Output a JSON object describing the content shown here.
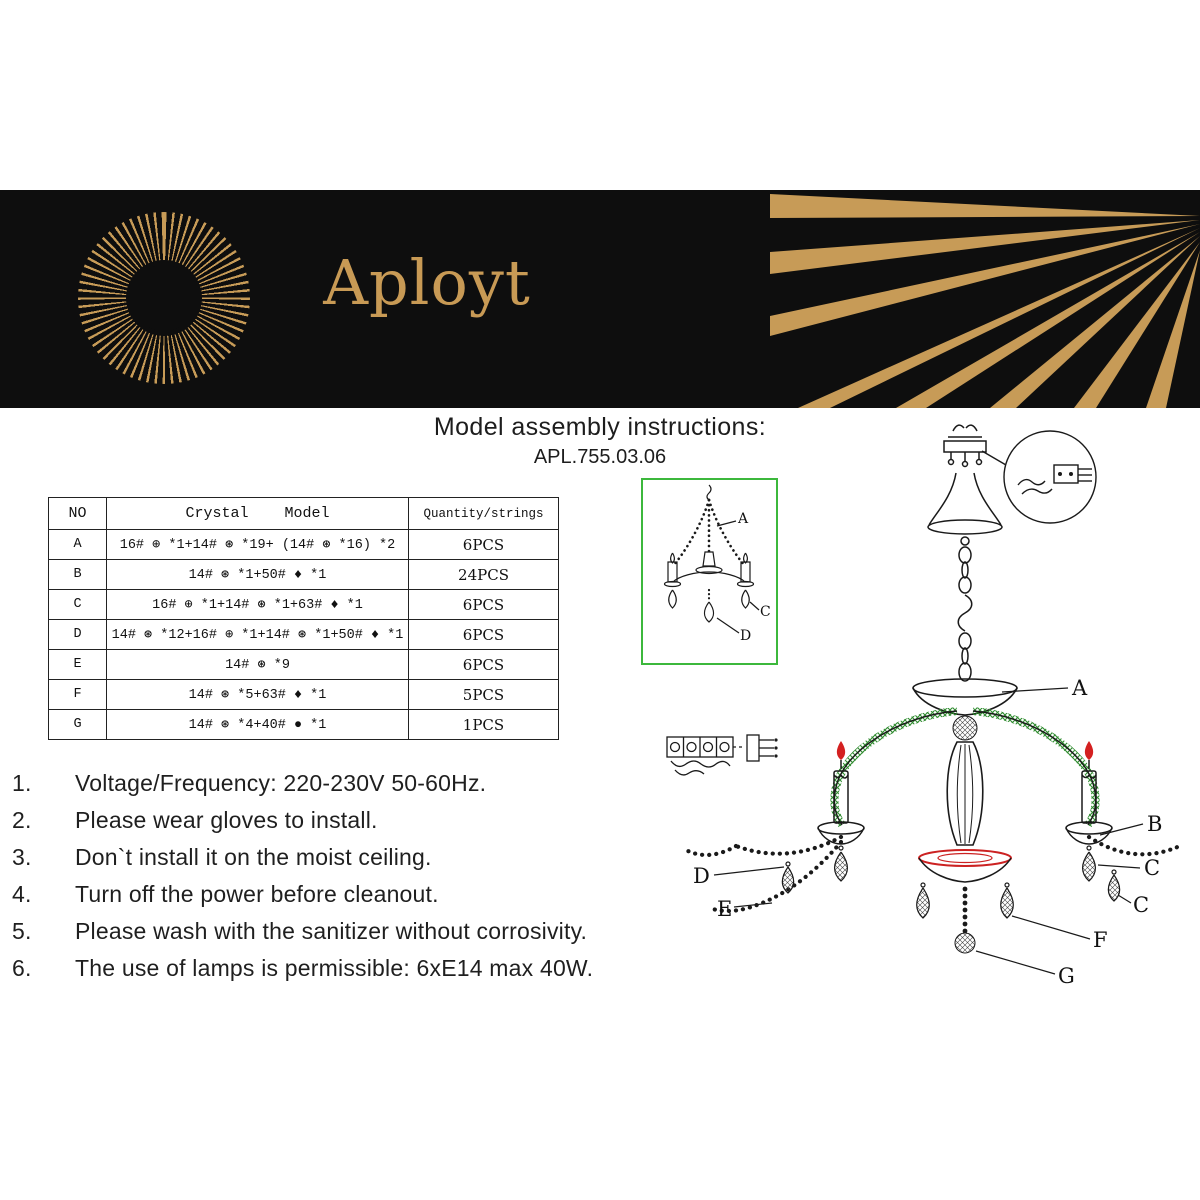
{
  "banner": {
    "brand": "Aployt",
    "bg_color": "#0e0e0e",
    "gold_color": "#c79b57"
  },
  "instructions_header": {
    "title": "Model assembly instructions:",
    "model": "APL.755.03.06"
  },
  "parts_table": {
    "col_headers": [
      "NO",
      "Crystal    Model",
      "Quantity/strings"
    ],
    "rows": [
      {
        "no": "A",
        "crystal_model": "16# ⊕ *1+14# ⊛ *19+ (14# ⊛ *16) *2",
        "quantity": "6PCS"
      },
      {
        "no": "B",
        "crystal_model": "14# ⊛ *1+50# ♦ *1",
        "quantity": "24PCS"
      },
      {
        "no": "C",
        "crystal_model": "16# ⊕ *1+14# ⊛ *1+63# ♦ *1",
        "quantity": "6PCS"
      },
      {
        "no": "D",
        "crystal_model": "14# ⊛ *12+16# ⊕ *1+14# ⊛ *1+50# ♦ *1",
        "quantity": "6PCS"
      },
      {
        "no": "E",
        "crystal_model": "14# ⊛ *9",
        "quantity": "6PCS"
      },
      {
        "no": "F",
        "crystal_model": "14# ⊛ *5+63# ♦ *1",
        "quantity": "5PCS"
      },
      {
        "no": "G",
        "crystal_model": "14# ⊛ *4+40# ● *1",
        "quantity": "1PCS"
      }
    ]
  },
  "mini_diagram": {
    "label_a": "A",
    "label_c": "C",
    "label_d": "D",
    "border_color": "#3cb83c"
  },
  "main_diagram": {
    "label_a": "A",
    "label_b": "B",
    "label_c1": "C",
    "label_c2": "C",
    "label_f": "F",
    "label_g": "G",
    "label_d": "D",
    "label_e": "E",
    "flame_color": "#d42020",
    "garland_color": "#2e8b2e",
    "bowl_accent_color": "#cc2222"
  },
  "notes": [
    {
      "num": "1.",
      "text": "Voltage/Frequency: 220-230V 50-60Hz."
    },
    {
      "num": "2.",
      "text": "Please wear gloves to install."
    },
    {
      "num": "3.",
      "text": "Don`t install it on the moist ceiling."
    },
    {
      "num": "4.",
      "text": "Turn off the power before cleanout."
    },
    {
      "num": "5.",
      "text": "Please wash with the sanitizer without corrosivity."
    },
    {
      "num": "6.",
      "text": "The use of lamps is permissible: 6xE14 max 40W."
    }
  ]
}
